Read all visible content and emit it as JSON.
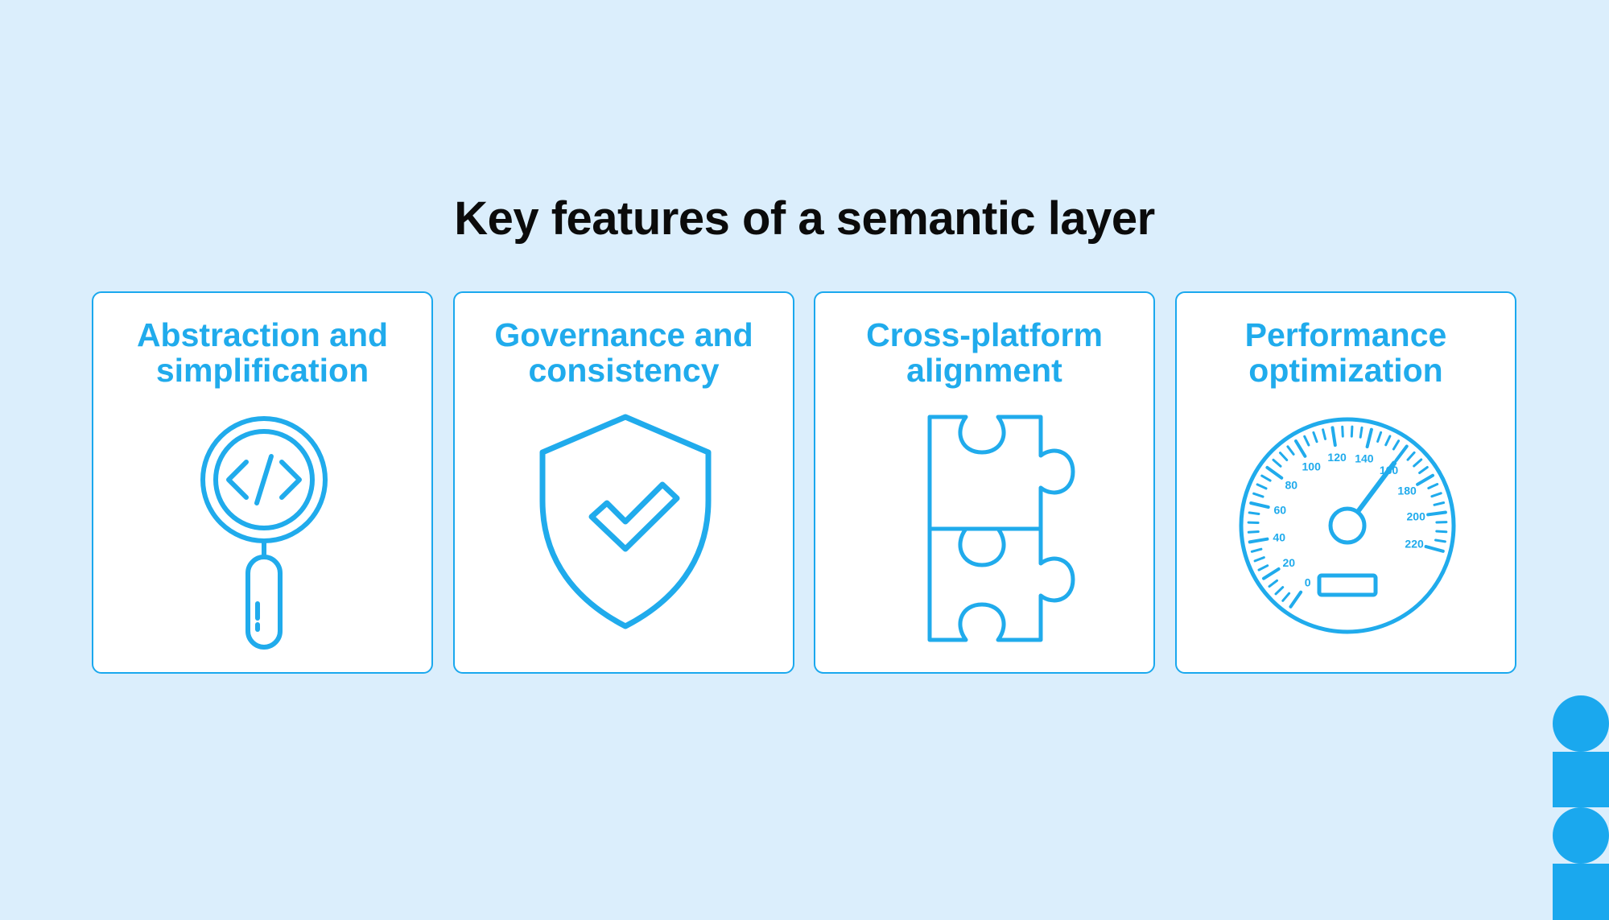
{
  "header": {
    "title": "Key features of a semantic layer"
  },
  "cards": [
    {
      "title_line1": "Abstraction and",
      "title_line2": "simplification",
      "icon": "magnifier-code-icon"
    },
    {
      "title_line1": "Governance and",
      "title_line2": "consistency",
      "icon": "shield-check-icon"
    },
    {
      "title_line1": "Cross-platform",
      "title_line2": "alignment",
      "icon": "puzzle-pieces-icon"
    },
    {
      "title_line1": "Performance",
      "title_line2": "optimization",
      "icon": "speedometer-icon",
      "gauge_labels": [
        "0",
        "20",
        "40",
        "60",
        "80",
        "100",
        "120",
        "140",
        "160",
        "180",
        "200",
        "220"
      ],
      "gauge_value": 160
    }
  ],
  "colors": {
    "background": "#dbeefc",
    "accent": "#20abec",
    "title": "#0b0b0b",
    "card": "#ffffff"
  },
  "brand": {
    "icon": "brand-shapes-icon"
  }
}
